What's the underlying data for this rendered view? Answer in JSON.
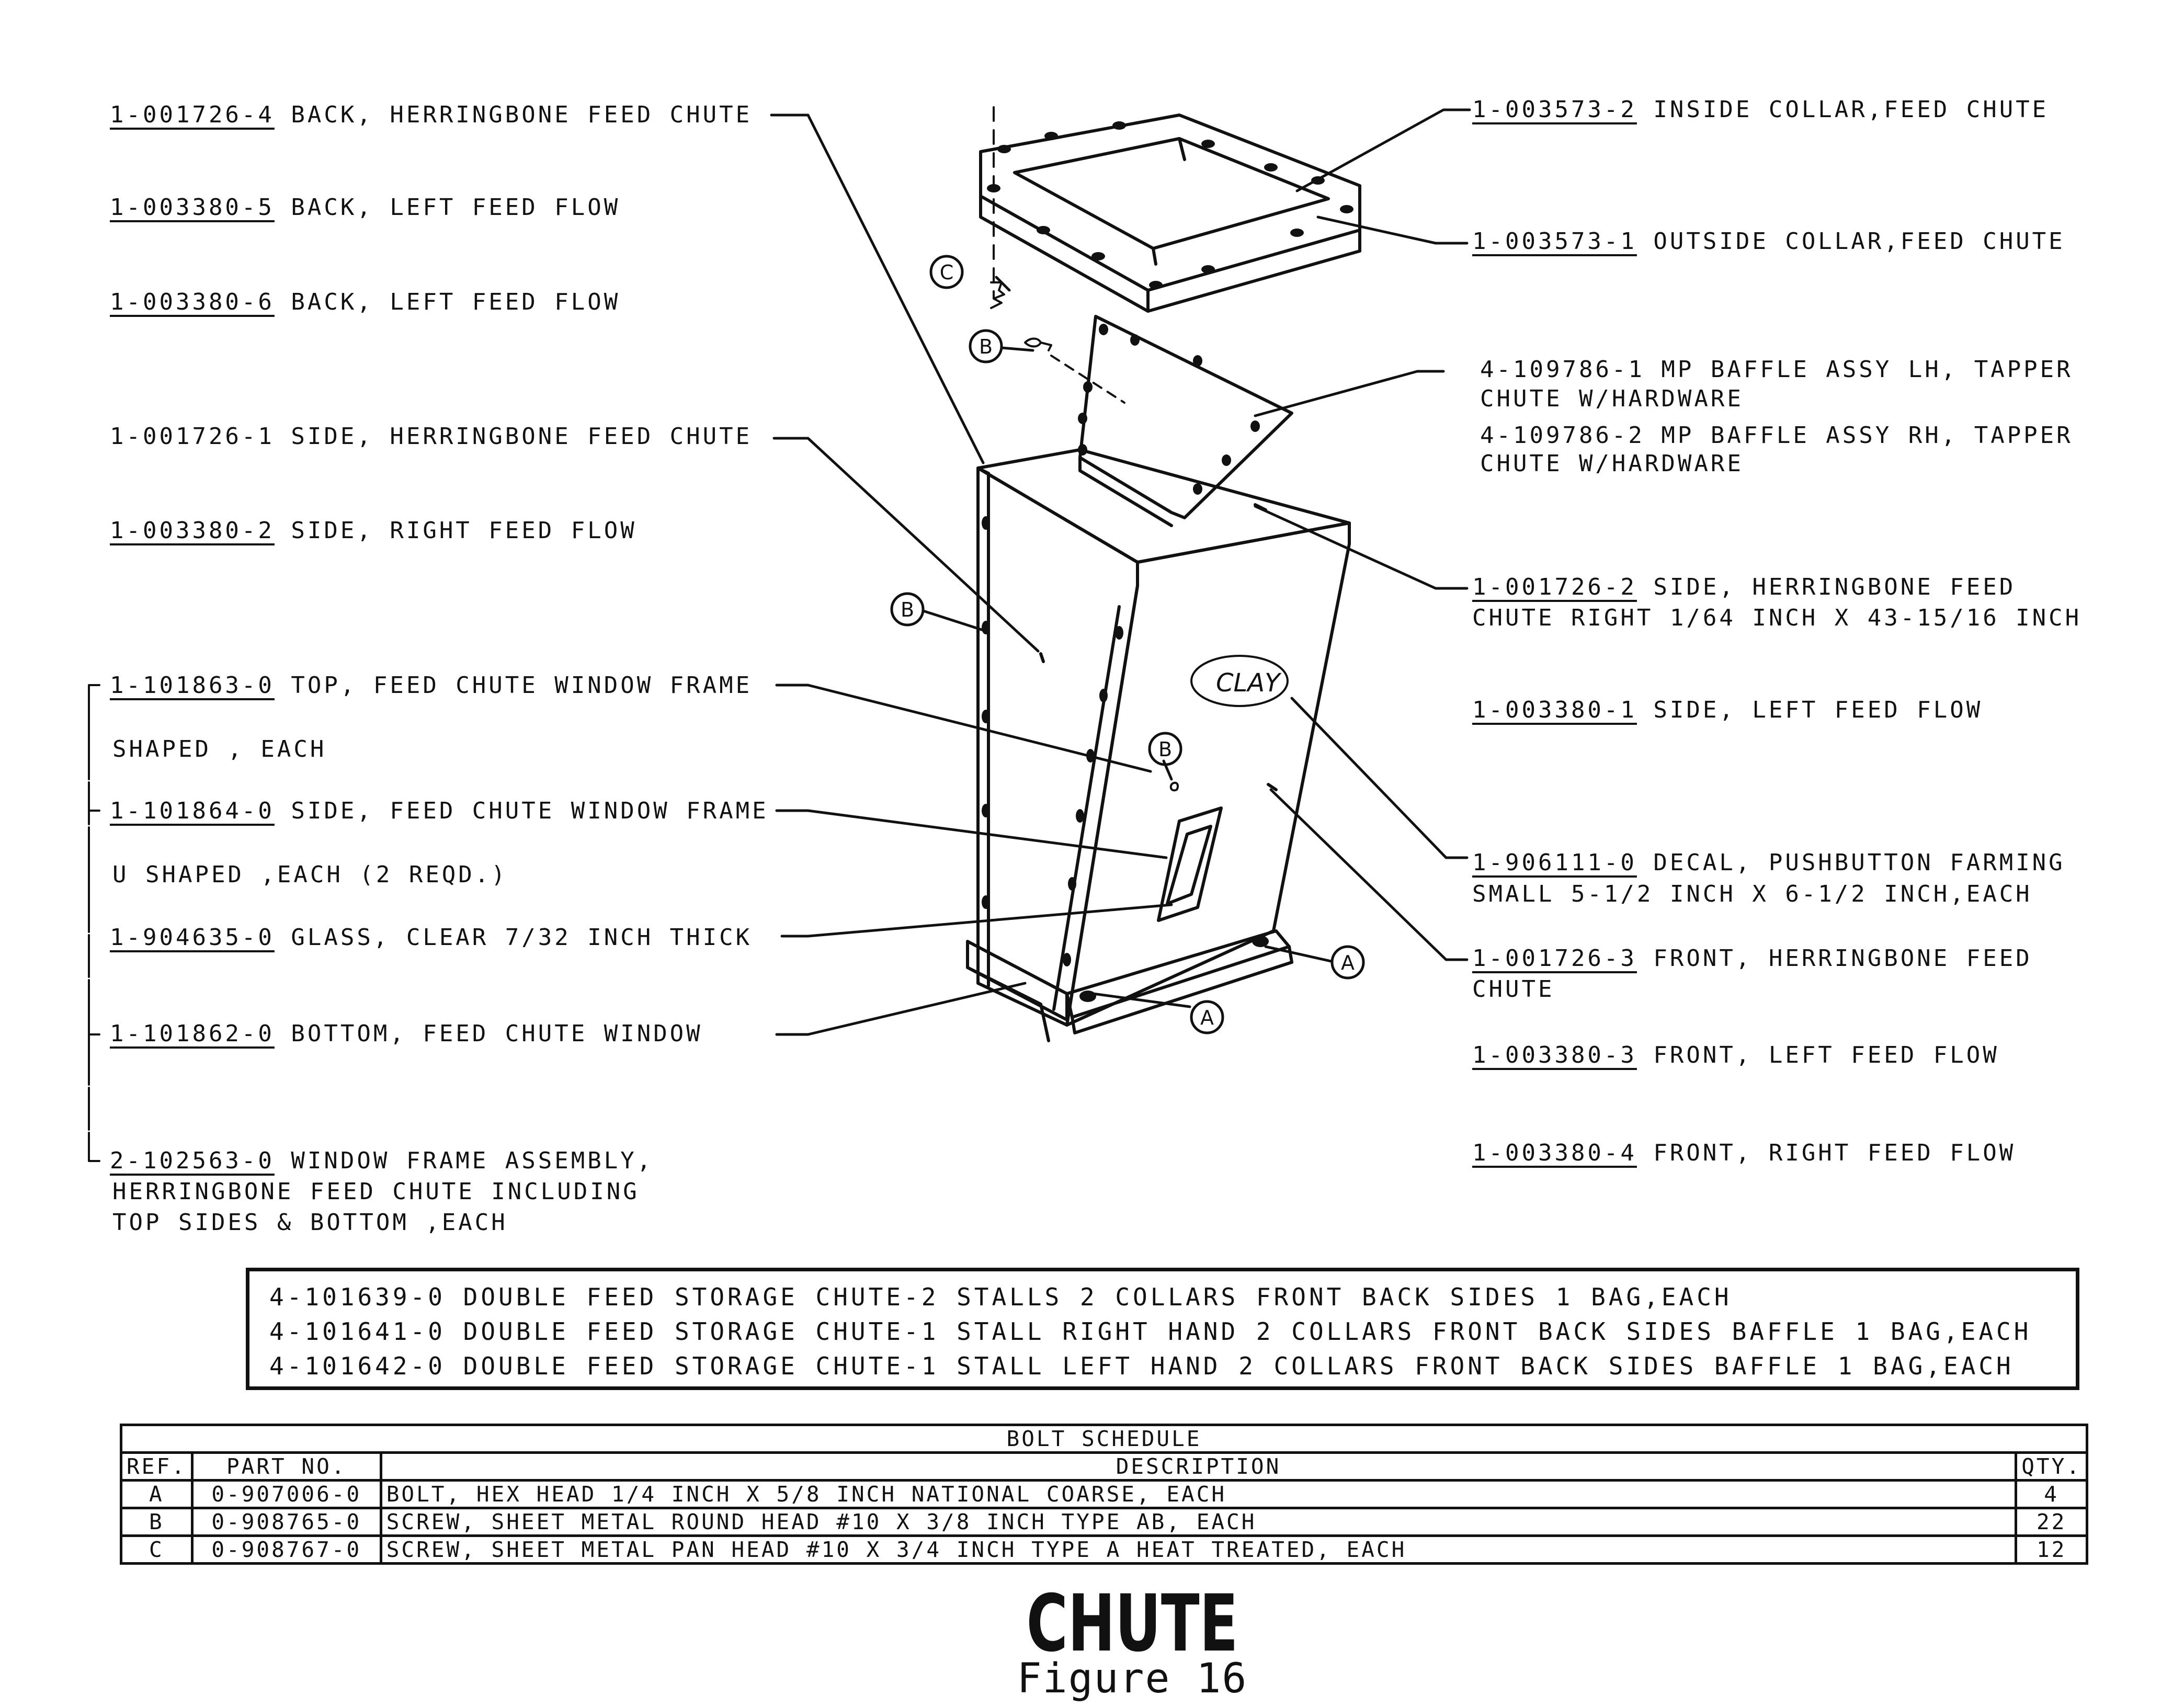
{
  "left_labels": [
    {
      "part": "1-001726-4",
      "desc": "BACK, HERRINGBONE FEED CHUTE"
    },
    {
      "part": "1-003380-5",
      "desc": "BACK, LEFT FEED FLOW"
    },
    {
      "part": "1-003380-6",
      "desc": "BACK, LEFT FEED FLOW"
    },
    {
      "part": "1-001726-1",
      "desc": "SIDE, HERRINGBONE FEED CHUTE"
    },
    {
      "part": "1-003380-2",
      "desc": "SIDE, RIGHT FEED FLOW"
    },
    {
      "part": "1-101863-0",
      "desc": "TOP, FEED CHUTE WINDOW FRAME",
      "desc2": "SHAPED , EACH"
    },
    {
      "part": "1-101864-0",
      "desc": "SIDE, FEED CHUTE WINDOW FRAME",
      "desc2": "U SHAPED ,EACH (2 REQD.)"
    },
    {
      "part": "1-904635-0",
      "desc": "GLASS, CLEAR 7/32 INCH THICK"
    },
    {
      "part": "1-101862-0",
      "desc": "BOTTOM, FEED CHUTE WINDOW"
    },
    {
      "part": "2-102563-0",
      "desc": "WINDOW FRAME ASSEMBLY,",
      "desc2": "HERRINGBONE FEED CHUTE INCLUDING",
      "desc3": "TOP SIDES & BOTTOM ,EACH"
    }
  ],
  "right_labels": [
    {
      "part": "1-003573-2",
      "desc": "INSIDE COLLAR,FEED CHUTE"
    },
    {
      "part": "1-003573-1",
      "desc": "OUTSIDE COLLAR,FEED CHUTE"
    },
    {
      "line1": "4-109786-1 MP BAFFLE ASSY LH, TAPPER",
      "line2": "CHUTE W/HARDWARE"
    },
    {
      "line1": "4-109786-2 MP BAFFLE ASSY RH, TAPPER",
      "line2": "CHUTE W/HARDWARE"
    },
    {
      "part": "1-001726-2",
      "desc": "SIDE, HERRINGBONE FEED",
      "desc2": "CHUTE RIGHT 1/64 INCH X 43-15/16 INCH"
    },
    {
      "part": "1-003380-1",
      "desc": "SIDE, LEFT FEED FLOW"
    },
    {
      "part": "1-906111-0",
      "desc": "DECAL, PUSHBUTTON FARMING",
      "desc2": "SMALL 5-1/2 INCH X 6-1/2 INCH,EACH"
    },
    {
      "part": "1-001726-3",
      "desc": "FRONT, HERRINGBONE FEED",
      "desc2": "CHUTE"
    },
    {
      "part": "1-003380-3",
      "desc": "FRONT, LEFT FEED FLOW"
    },
    {
      "part": "1-003380-4",
      "desc": "FRONT, RIGHT FEED FLOW"
    }
  ],
  "callouts": {
    "a": "A",
    "b": "B",
    "c": "C",
    "decal": "CLAY"
  },
  "kits": [
    "4-101639-0 DOUBLE FEED STORAGE CHUTE-2 STALLS 2 COLLARS FRONT BACK SIDES 1 BAG,EACH",
    "4-101641-0 DOUBLE FEED STORAGE CHUTE-1 STALL RIGHT HAND 2 COLLARS FRONT BACK SIDES BAFFLE 1 BAG,EACH",
    "4-101642-0 DOUBLE FEED STORAGE CHUTE-1 STALL LEFT HAND 2 COLLARS FRONT BACK SIDES BAFFLE 1 BAG,EACH"
  ],
  "bolt_schedule": {
    "title": "BOLT SCHEDULE",
    "headers": {
      "ref": "REF.",
      "part": "PART NO.",
      "desc": "DESCRIPTION",
      "qty": "QTY."
    },
    "rows": [
      {
        "ref": "A",
        "part": "0-907006-0",
        "desc": "BOLT, HEX HEAD 1/4 INCH X 5/8 INCH NATIONAL COARSE, EACH",
        "qty": "4"
      },
      {
        "ref": "B",
        "part": "0-908765-0",
        "desc": "SCREW, SHEET METAL ROUND HEAD #10 X 3/8 INCH TYPE AB, EACH",
        "qty": "22"
      },
      {
        "ref": "C",
        "part": "0-908767-0",
        "desc": "SCREW, SHEET METAL PAN HEAD #10 X 3/4 INCH TYPE A HEAT TREATED, EACH",
        "qty": "12"
      }
    ]
  },
  "title": "CHUTE",
  "figure": "Figure 16"
}
